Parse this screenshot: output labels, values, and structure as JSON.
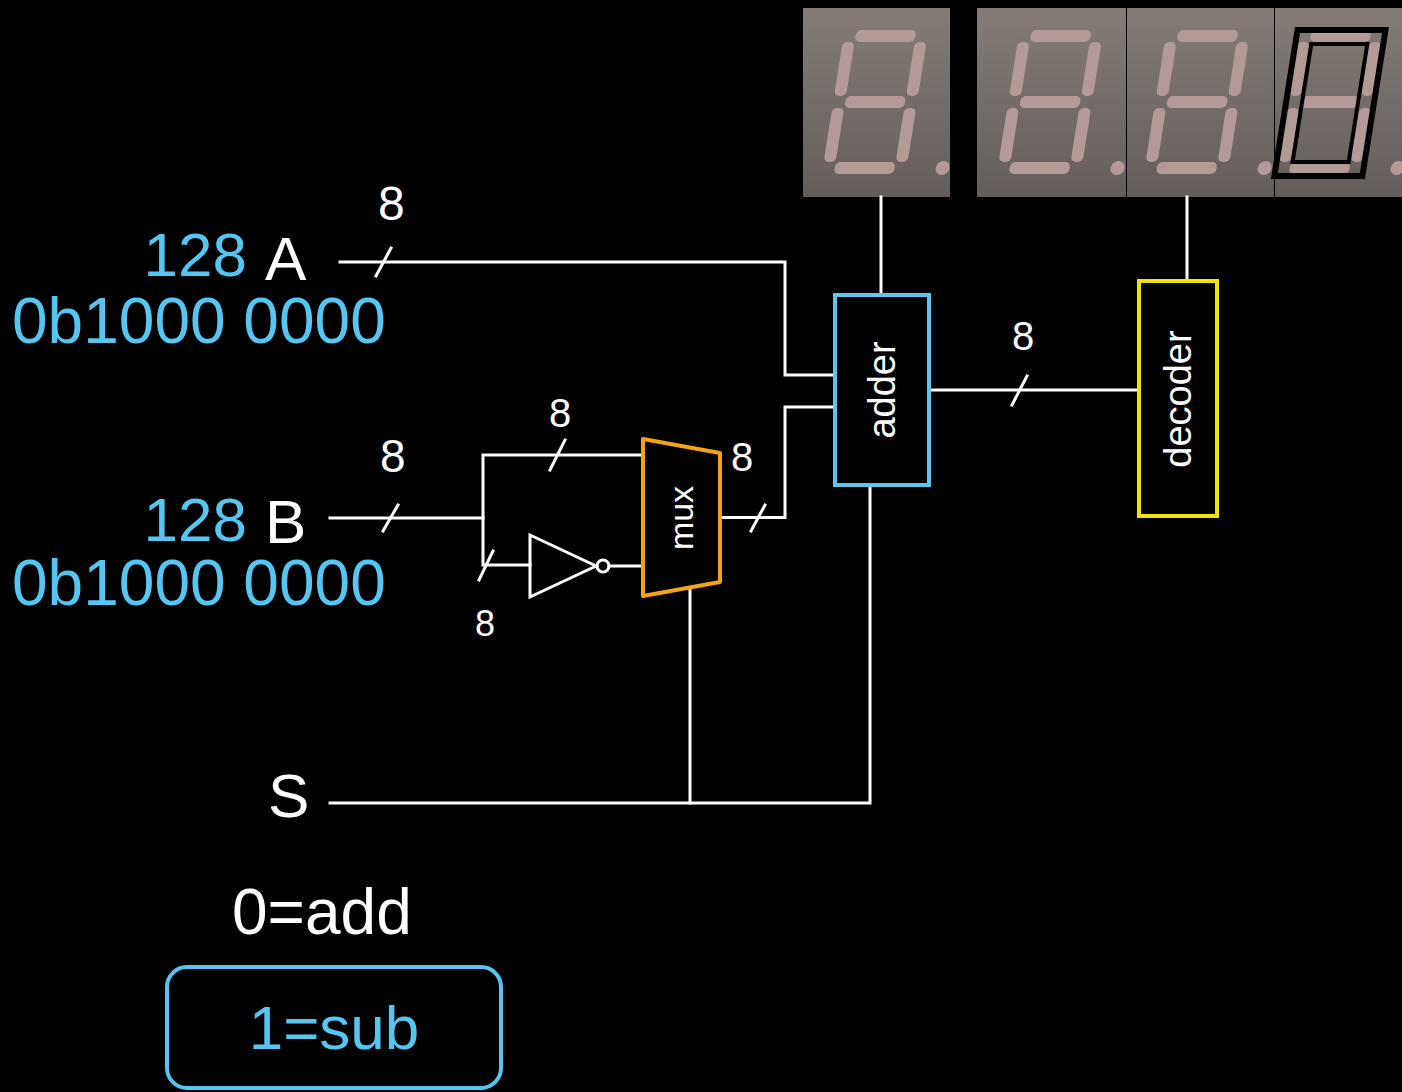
{
  "diagram": {
    "nodes": [
      {
        "text": [
          "mux"
        ]
      },
      {
        "text": [
          "adder"
        ]
      },
      {
        "text": [
          "decoder"
        ]
      },
      {
        "text": [
          "1=sub"
        ]
      }
    ],
    "edges": [
      {
        "from": 0,
        "to": 1,
        "arrow": "none"
      },
      {
        "from": 1,
        "to": 2,
        "arrow": "none"
      }
    ],
    "labels": [
      "8",
      "128",
      "A",
      "0b1000 0000",
      "8",
      "8",
      "8",
      "8",
      "128",
      "B",
      "0b1000 0000",
      "8",
      "S",
      "0=add"
    ]
  }
}
